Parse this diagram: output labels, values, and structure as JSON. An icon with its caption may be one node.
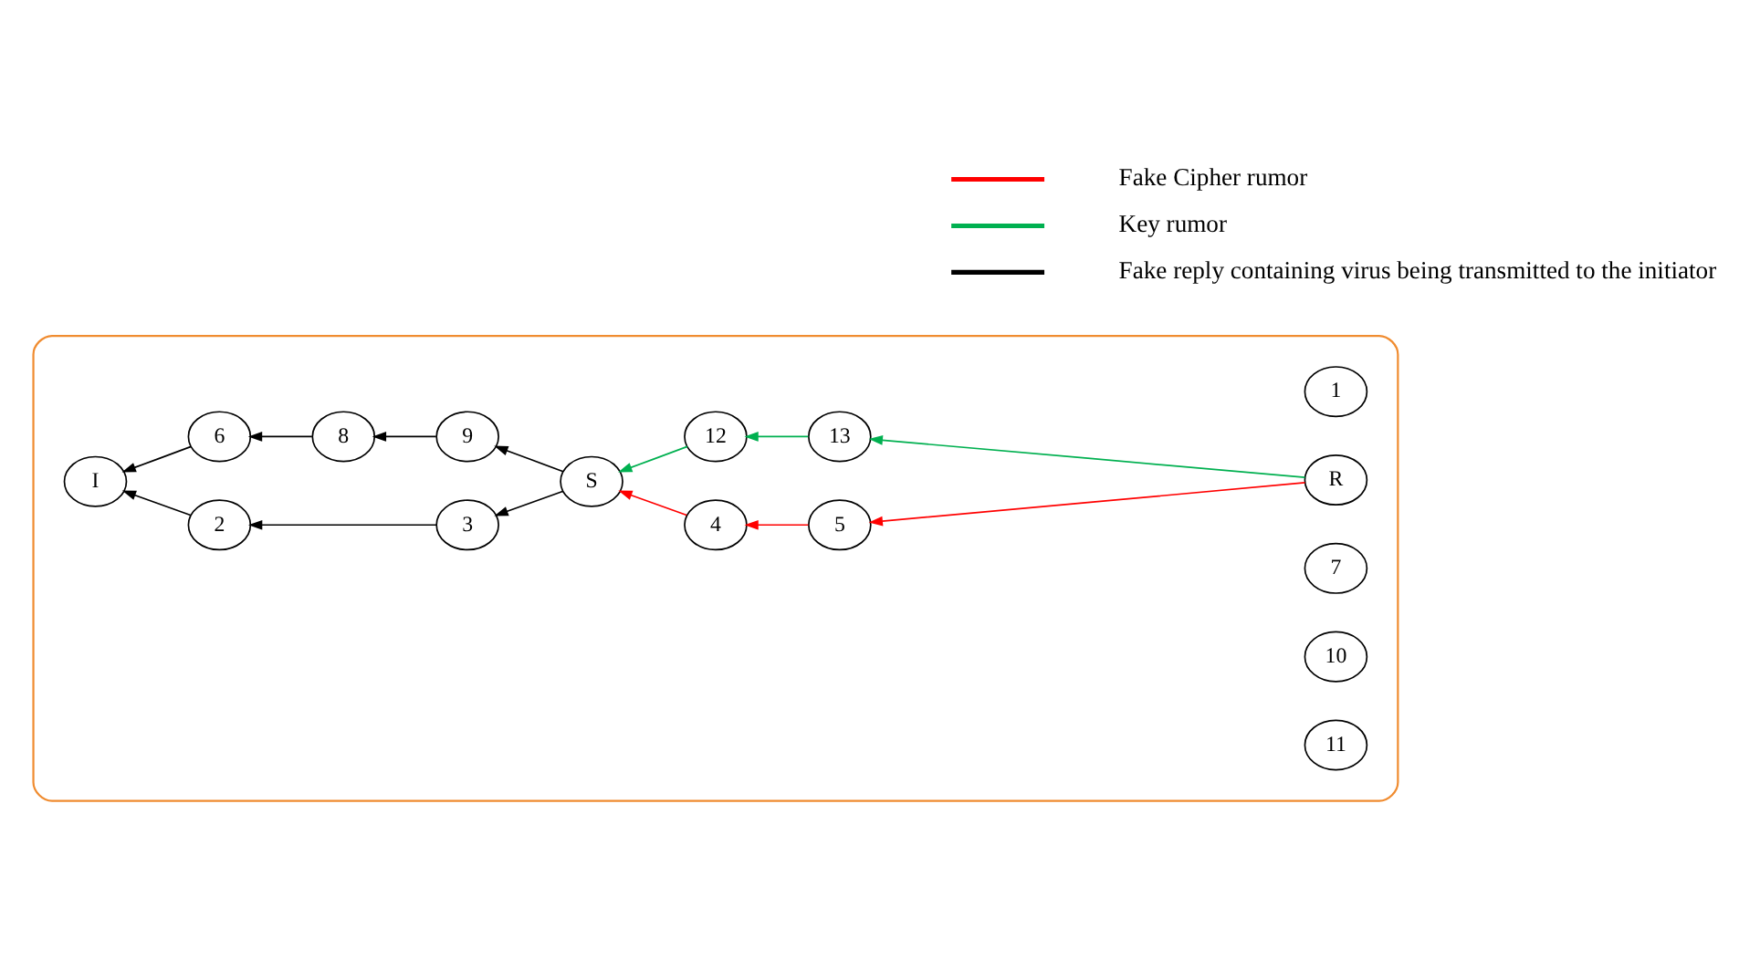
{
  "diagram": {
    "nodes": [
      {
        "text": [],
        "shape": "ellipse"
      },
      {
        "text": [
          "1"
        ],
        "in": 0
      },
      {
        "text": [
          "I"
        ],
        "in": 0
      },
      {
        "text": [
          "2"
        ],
        "in": 0
      },
      {
        "text": [
          "3"
        ],
        "in": 0
      },
      {
        "text": [
          "5"
        ],
        "in": 0
      },
      {
        "text": [
          "4"
        ],
        "in": 0
      },
      {
        "text": [
          "S"
        ],
        "in": 0
      },
      {
        "text": [
          "R"
        ],
        "in": 0
      },
      {
        "text": [
          "7"
        ],
        "in": 0
      },
      {
        "text": [
          "6"
        ],
        "in": 0
      },
      {
        "text": [
          "9"
        ],
        "in": 0
      },
      {
        "text": [
          "12"
        ],
        "in": 0
      },
      {
        "text": [
          "13"
        ],
        "in": 0
      },
      {
        "text": [
          "8"
        ],
        "in": 0
      },
      {
        "text": [
          "10"
        ],
        "in": 0
      },
      {
        "text": [
          "11"
        ],
        "in": 0
      }
    ],
    "edges": [
      {
        "from": 8,
        "to": 5,
        "arrow": "to",
        "color": "#ff0000"
      },
      {
        "from": 5,
        "to": 6,
        "arrow": "to",
        "color": "#ff0000"
      },
      {
        "from": 6,
        "to": 7,
        "arrow": "to",
        "color": "#ff0000"
      },
      {
        "from": 8,
        "to": 13,
        "arrow": "to",
        "color": "#00b050"
      },
      {
        "from": 13,
        "to": 12,
        "arrow": "to",
        "color": "#00b050"
      },
      {
        "from": 12,
        "to": 7,
        "arrow": "to",
        "color": "#00b050"
      },
      {
        "from": 7,
        "to": 4,
        "arrow": "to"
      },
      {
        "from": 4,
        "to": 3,
        "arrow": "to"
      },
      {
        "from": 3,
        "to": 2,
        "arrow": "to"
      },
      {
        "from": 7,
        "to": 11,
        "arrow": "to"
      },
      {
        "from": 11,
        "to": 14,
        "arrow": "to"
      },
      {
        "from": 14,
        "to": 10,
        "arrow": "to"
      },
      {
        "from": 10,
        "to": 2,
        "arrow": "to"
      }
    ],
    "legend": [
      {
        "text": "Fake Cipher rumor",
        "color": "#ff0000"
      },
      {
        "text": "Key rumor",
        "color": "#00b050"
      },
      {
        "text": "Fake reply containing virus being transmitted to the initiator",
        "color": "#000000"
      }
    ]
  }
}
